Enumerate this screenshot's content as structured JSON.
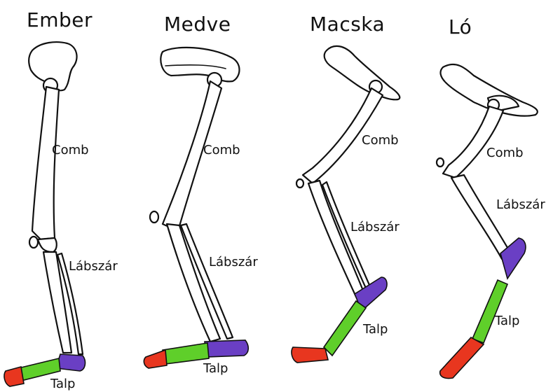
{
  "animals": [
    {
      "title": "Ember",
      "labels": {
        "thigh": "Comb",
        "shank": "Lábszár",
        "foot": "Talp"
      }
    },
    {
      "title": "Medve",
      "labels": {
        "thigh": "Comb",
        "shank": "Lábszár",
        "foot": "Talp"
      }
    },
    {
      "title": "Macska",
      "labels": {
        "thigh": "Comb",
        "shank": "Lábszár",
        "foot": "Talp"
      }
    },
    {
      "title": "Ló",
      "labels": {
        "thigh": "Comb",
        "shank": "Lábszár",
        "foot": "Talp"
      }
    }
  ],
  "colors": {
    "tarsals": "#6a3fc4",
    "metatarsals": "#5fcf2a",
    "phalanges": "#e8361f",
    "outline": "#111111"
  }
}
